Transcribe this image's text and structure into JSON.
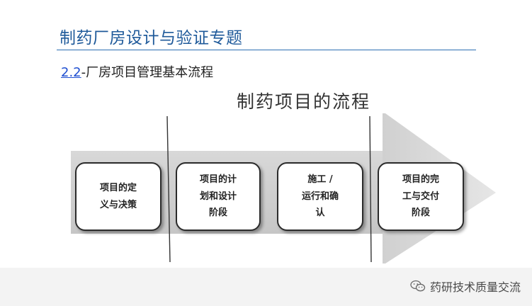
{
  "header": {
    "title": "制药厂房设计与验证专题"
  },
  "section": {
    "number": "2.2",
    "separator": "-",
    "text": "厂房项目管理基本流程"
  },
  "diagram": {
    "title": "制药项目的流程",
    "phases": [
      {
        "label": "项目的定\n义与决策"
      },
      {
        "label": "项目的计\n划和设计\n阶段"
      },
      {
        "label": "施工 /\n运行和确\n认"
      },
      {
        "label": "项目的完\n工与交付\n阶段"
      }
    ]
  },
  "watermark": {
    "text": "药研技术质量交流",
    "icon": "wechat-icon"
  },
  "colors": {
    "title": "#1f5a9a",
    "rule": "#2c6fb3",
    "section_number": "#1f4fd1",
    "arrow_band": "#cfcfcf"
  }
}
